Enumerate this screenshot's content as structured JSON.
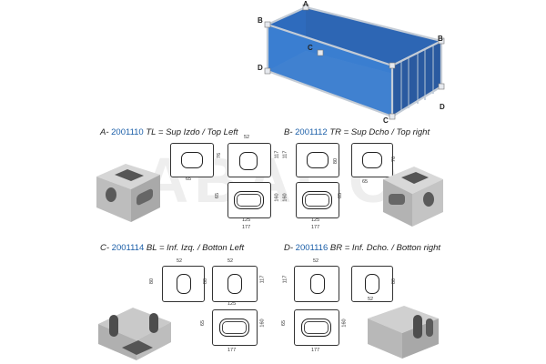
{
  "watermark": "ABACO",
  "container": {
    "corner_labels": [
      "A",
      "B",
      "B",
      "C",
      "C",
      "D",
      "D"
    ],
    "colors": {
      "side_light": "#3f7fd0",
      "side_dark": "#1f4f96",
      "inner": "#2d66b4",
      "frame": "#bcc3cc"
    }
  },
  "sections": [
    {
      "letter": "A-",
      "code": "2001110",
      "desc": "TL = Sup Izdo / Top Left"
    },
    {
      "letter": "B-",
      "code": "2001112",
      "desc": "TR = Sup Dcho / Top right"
    },
    {
      "letter": "C-",
      "code": "2001114",
      "desc": "BL = Inf. Izq. / Botton Left"
    },
    {
      "letter": "D-",
      "code": "2001116",
      "desc": "BR = Inf. Dcho. / Botton right"
    }
  ],
  "dims": {
    "d52": "52",
    "d65": "65",
    "d76": "76",
    "d80": "80",
    "d117": "117",
    "d125": "125",
    "d160": "160",
    "d177": "177"
  },
  "accent_color": "#1a5ea8"
}
